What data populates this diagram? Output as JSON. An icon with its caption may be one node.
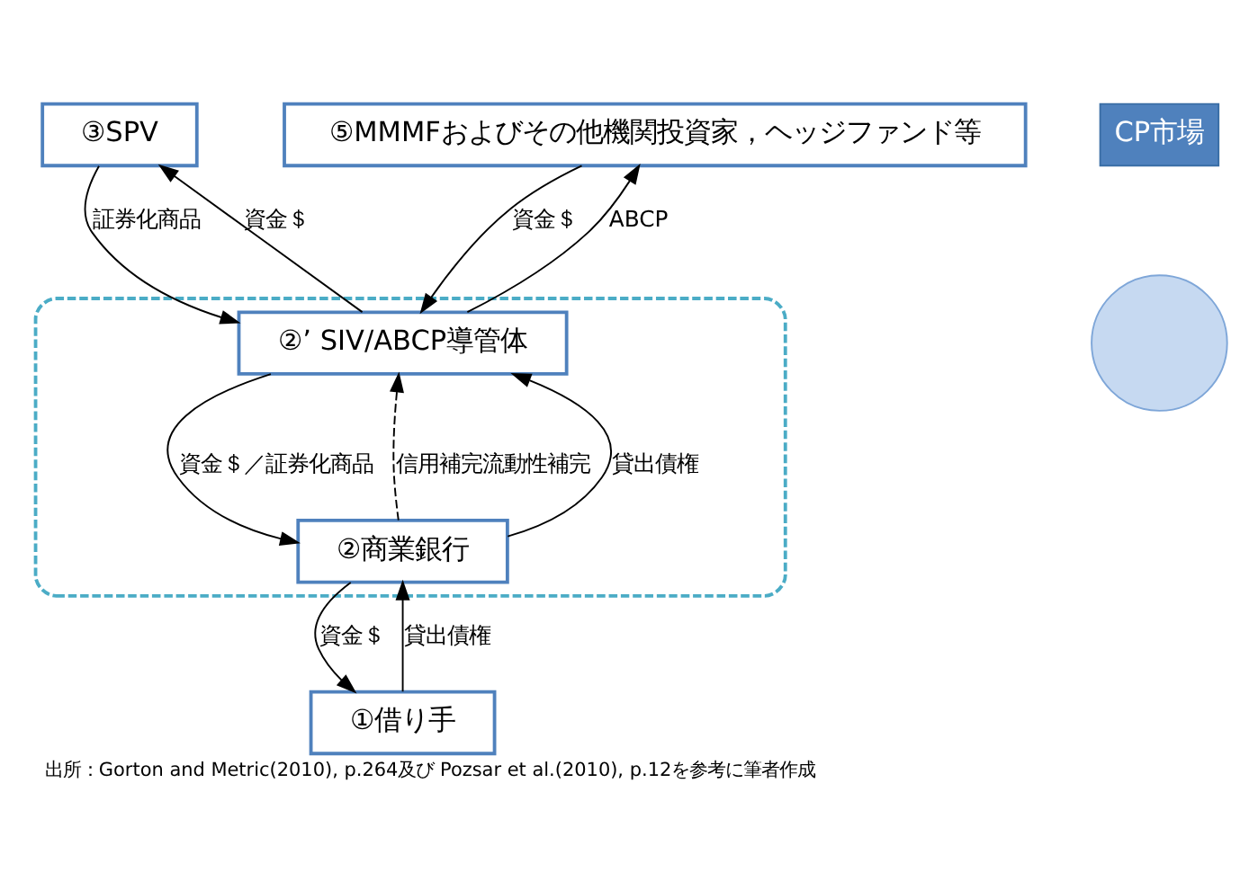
{
  "diagram": {
    "caption": "出所：Gorton and Metric(2010), p.264及び Pozsar et al.(2010), p.12を参考に筆者作成",
    "nodes": [
      {
        "text": [
          "③SPV"
        ]
      },
      {
        "text": [
          "CP市場"
        ]
      },
      {
        "text": [],
        "shape": "circle"
      },
      {
        "text": [
          "⑤MMMFおよびその他機関投資家，ヘッジファンド等"
        ]
      },
      {
        "text": [],
        "shape": "box"
      },
      {
        "text": [
          "②’ SIV/ABCP導管体"
        ],
        "in": 4
      },
      {
        "text": [
          "②商業銀行"
        ],
        "in": 4
      },
      {
        "text": [
          "①借り手"
        ]
      }
    ],
    "edges": [
      {
        "from": 5,
        "to": 0,
        "arrow": "to",
        "label": "資金＄"
      },
      {
        "from": 0,
        "to": 5,
        "arrow": "to",
        "label": "証券化商品"
      },
      {
        "from": 3,
        "to": 5,
        "arrow": "to",
        "label": "資金＄"
      },
      {
        "from": 5,
        "to": 3,
        "arrow": "to",
        "label": "ABCP"
      },
      {
        "from": 6,
        "to": 5,
        "arrow": "to",
        "label": "信用補完流動性補完",
        "style": "dashed"
      },
      {
        "from": 6,
        "to": 5,
        "arrow": "to",
        "label": "貸出債権"
      },
      {
        "from": 5,
        "to": 6,
        "arrow": "to",
        "label": "資金＄／証券化商品"
      },
      {
        "from": 7,
        "to": 6,
        "arrow": "to",
        "label": "貸出債権"
      },
      {
        "from": 6,
        "to": 7,
        "arrow": "to",
        "label": "資金＄"
      }
    ]
  }
}
